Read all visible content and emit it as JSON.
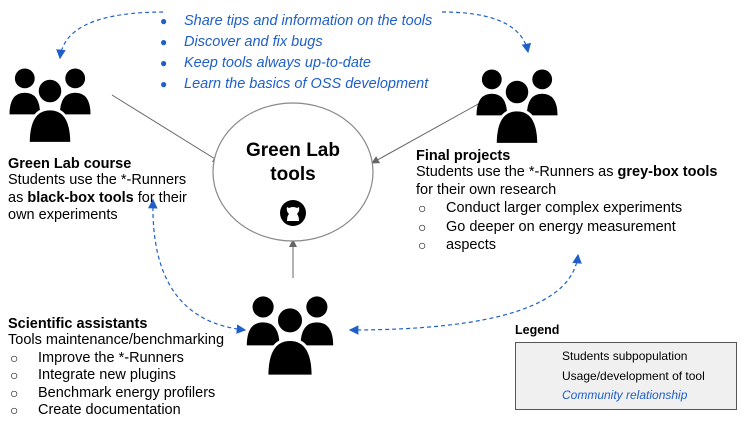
{
  "center": {
    "title_line1": "Green Lab",
    "title_line2": "tools",
    "icon": "github-icon"
  },
  "community_list": [
    "Share tips and information on the tools",
    "Discover and fix bugs",
    "Keep tools always up-to-date",
    "Learn the basics of OSS development"
  ],
  "green_lab_course": {
    "title": "Green Lab course",
    "line1": "Students use the *-Runners",
    "line2_pre": "as ",
    "line2_bold": "black-box tools",
    "line2_post": " for their",
    "line3": "own experiments"
  },
  "final_projects": {
    "title": "Final projects",
    "line1_pre": "Students use the *-Runners as ",
    "line1_bold": "grey-box tools",
    "line2": "for their own research",
    "items": [
      "Conduct larger complex experiments",
      "Go deeper on energy measurement",
      "aspects"
    ]
  },
  "scientific_assistants": {
    "title": "Scientific assistants",
    "subtitle": "Tools maintenance/benchmarking",
    "items": [
      "Improve the *-Runners",
      "Integrate new plugins",
      "Benchmark energy profilers",
      "Create documentation"
    ]
  },
  "legend": {
    "title": "Legend",
    "row1": "Students subpopulation",
    "row2": "Usage/development of tool",
    "row3": "Community relationship"
  },
  "colors": {
    "blue": "#1f5fc8",
    "arrow_gray": "#666666"
  }
}
